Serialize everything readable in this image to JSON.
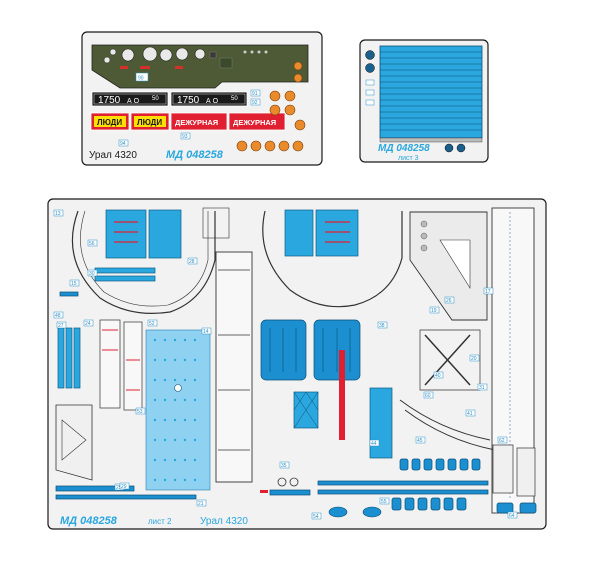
{
  "sheet1": {
    "plate_left": "1750",
    "plate_left_code": "А О",
    "plate_left_region": "50",
    "plate_right": "1750",
    "plate_right_code": "А О",
    "plate_right_region": "50",
    "sign_people_1": "ЛЮДИ",
    "sign_people_2": "ЛЮДИ",
    "sign_duty_1": "ДЕЖУРНАЯ",
    "sign_duty_2": "ДЕЖУРНАЯ",
    "model_name": "Урал 4320",
    "part_code": "МД 048258",
    "n90": "90",
    "n91": "91",
    "n92": "92",
    "n93": "93",
    "n94": "94"
  },
  "sheet3": {
    "part_code": "МД 048258",
    "sheet_label": "лист 3"
  },
  "sheet2": {
    "part_code": "МД 048258",
    "sheet_label": "лист 2",
    "model_name": "Урал 4320",
    "n13": "13",
    "n14": "14",
    "n15": "15",
    "n17": "17",
    "n19": "19",
    "n20": "20",
    "n21": "21",
    "n24": "24",
    "n25": "25",
    "n26": "26",
    "n27": "27",
    "n28": "28",
    "n29": "29",
    "n30": "30",
    "n31": "31",
    "n35": "35",
    "n38": "38",
    "n40": "40",
    "n41": "41",
    "n44": "44",
    "n45": "45",
    "n48": "48",
    "n52": "52",
    "n53": "53",
    "n54": "54",
    "n55": "55",
    "n56": "56",
    "n60": "60",
    "n62": "62",
    "n64": "64"
  },
  "colors": {
    "blue": "#2aa7de",
    "dark_blue": "#1b8fd0",
    "fret": "#f2f2f2",
    "olive": "#4e5a36",
    "red": "#e02030",
    "yellow": "#ffe000",
    "orange": "#e98b2a",
    "label_blue": "#2d8fc7"
  }
}
